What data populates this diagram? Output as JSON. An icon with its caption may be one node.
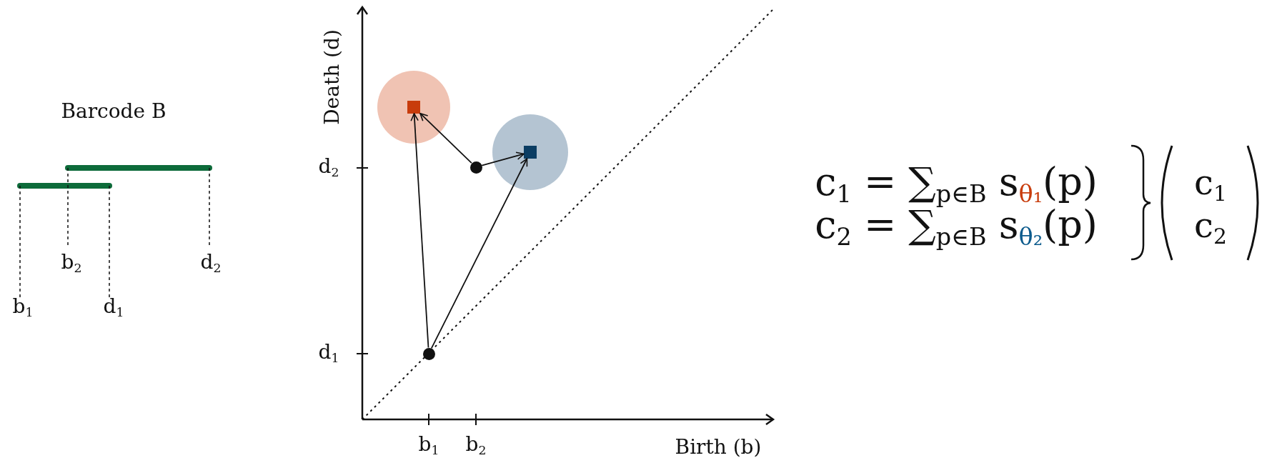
{
  "diagram": {
    "nodes": [
      {
        "text": [],
        "shape": "box"
      },
      {
        "text": [],
        "shape": "box"
      },
      {
        "text": [],
        "shape": "circle"
      },
      {
        "text": [],
        "shape": "circle"
      }
    ],
    "edges": [
      {
        "from": 2,
        "to": 0,
        "arrow": "to"
      },
      {
        "from": 2,
        "to": 1,
        "arrow": "to"
      },
      {
        "from": 3,
        "to": 0,
        "arrow": "to"
      },
      {
        "from": 3,
        "to": 1,
        "arrow": "to"
      }
    ],
    "labels": [
      "Barcode B",
      "b$_{2}$",
      "d$_{2}$",
      "b$_{1}$",
      "d$_{1}$",
      "Death (d)",
      "d$_{2}$",
      "d$_{1}$",
      "b$_{1}$",
      "b$_{2}$",
      "Birth (b)",
      "c$_{1}$ = ∑$_{p∈B}$ s$_{θ₁}$(p)",
      "c$_{2}$ = ∑$_{p∈B}$ s$_{θ₂}$(p)",
      "c$_{1}$",
      "c$_{2}$"
    ]
  }
}
